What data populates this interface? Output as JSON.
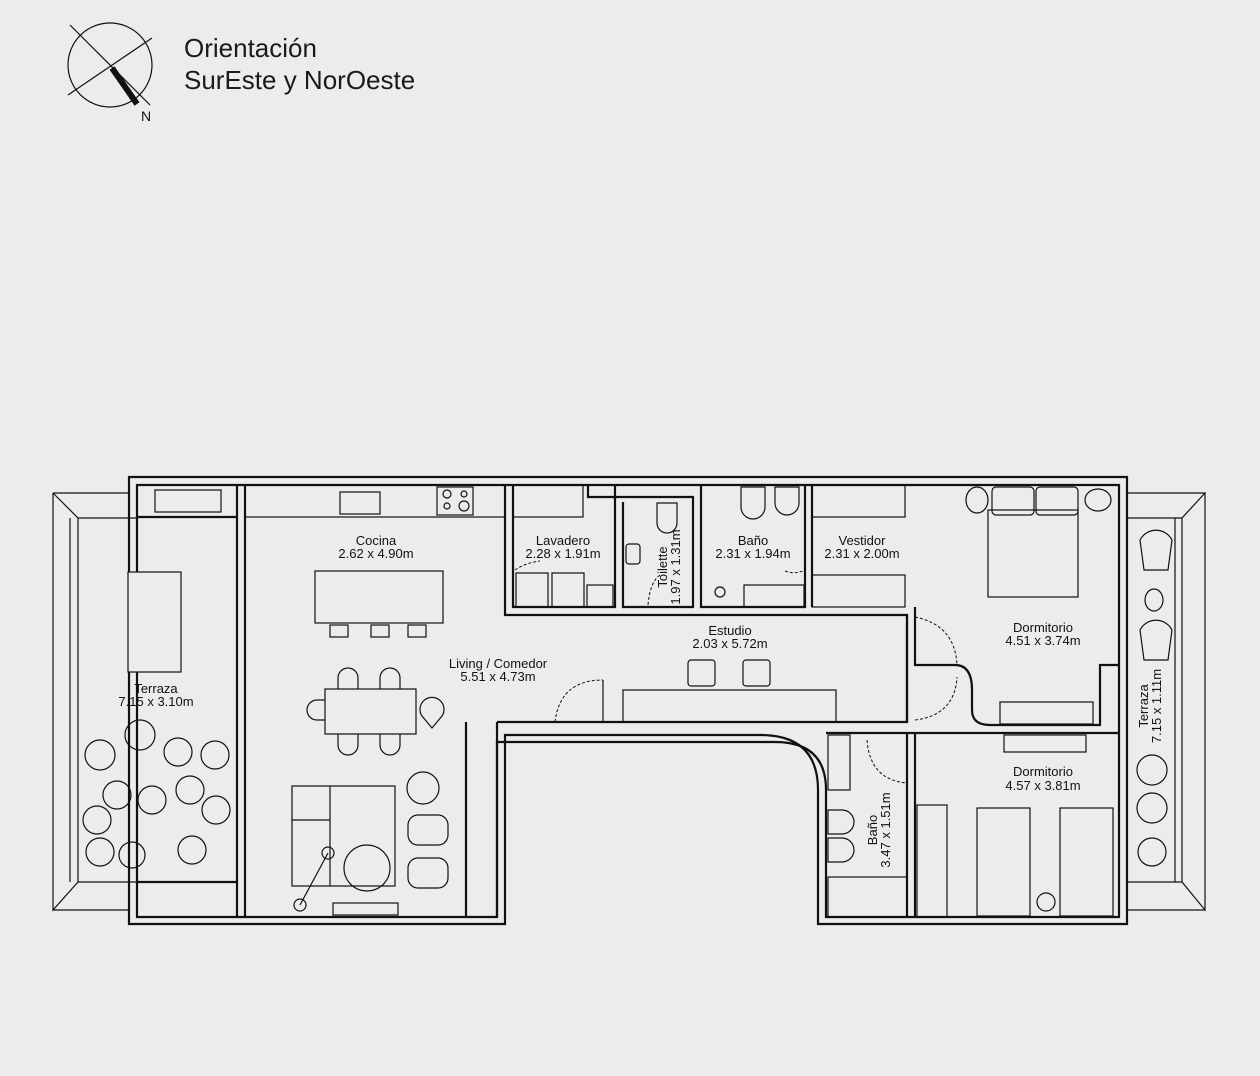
{
  "header": {
    "title_line1": "Orientación",
    "title_line2": "SurEste y NorOeste",
    "compass_label": "N"
  },
  "rooms": [
    {
      "name": "Terraza",
      "size": "7.15 x 3.10m"
    },
    {
      "name": "Cocina",
      "size": "2.62 x 4.90m"
    },
    {
      "name": "Living / Comedor",
      "size": "5.51 x 4.73m"
    },
    {
      "name": "Lavadero",
      "size": "2.28 x 1.91m"
    },
    {
      "name": "Toilette",
      "size": "1.97 x 1.31m"
    },
    {
      "name": "Baño",
      "size": "2.31 x 1.94m"
    },
    {
      "name": "Vestidor",
      "size": "2.31 x 2.00m"
    },
    {
      "name": "Estudio",
      "size": "2.03 x 5.72m"
    },
    {
      "name": "Dormitorio",
      "size": "4.51 x 3.74m"
    },
    {
      "name": "Dormitorio",
      "size": "4.57 x 3.81m"
    },
    {
      "name": "Baño",
      "size": "3.47 x 1.51m"
    },
    {
      "name": "Terraza",
      "size": "7.15 x 1.11m"
    }
  ]
}
